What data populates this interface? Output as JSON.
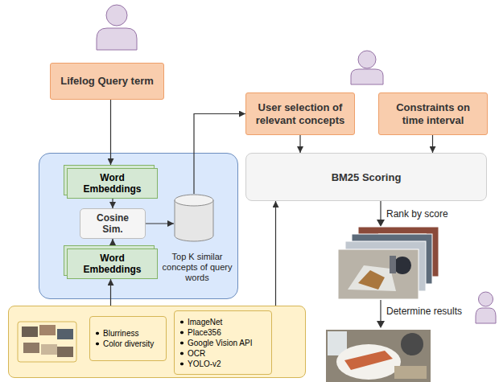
{
  "diagram": {
    "nodes": [
      {
        "text": [
          "Lifelog Query term"
        ]
      },
      {
        "text": [
          "User selection of relevant concepts"
        ]
      },
      {
        "text": [
          "Constraints on time interval"
        ]
      },
      {},
      {
        "text": [
          "Word Embeddings"
        ],
        "in": 3
      },
      {
        "text": [
          "Cosine Sim."
        ],
        "in": 3
      },
      {
        "text": [
          "Word Embeddings"
        ],
        "in": 3
      },
      {
        "text": [
          "Top K similar concepts of query words"
        ],
        "in": 3
      },
      {
        "text": [
          "BM25 Scoring"
        ]
      },
      {},
      {
        "text": [
          "Blurriness",
          "Color diversity"
        ],
        "in": 9
      },
      {
        "text": [
          "ImageNet",
          "Place356",
          "Google Vision API",
          "OCR",
          "YOLO-v2"
        ],
        "in": 9
      }
    ],
    "edges": [
      {
        "from": 0,
        "to": 4,
        "arrow": "to"
      },
      {
        "from": 4,
        "to": 5,
        "arrow": "to"
      },
      {
        "from": 6,
        "to": 5,
        "arrow": "to"
      },
      {
        "from": 5,
        "to": 7,
        "arrow": "to"
      },
      {
        "from": 7,
        "to": 1,
        "arrow": "to"
      },
      {
        "from": 9,
        "to": 6,
        "arrow": "to"
      },
      {
        "from": 9,
        "to": 8,
        "arrow": "to"
      },
      {
        "from": 1,
        "to": 8,
        "arrow": "to"
      },
      {
        "from": 2,
        "to": 8,
        "arrow": "to"
      }
    ],
    "labels": [
      "Rank by score",
      "Determine results"
    ]
  }
}
